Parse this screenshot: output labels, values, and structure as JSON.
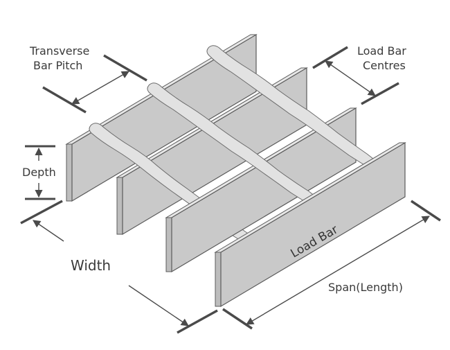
{
  "diagram": {
    "labels": {
      "transverse_line1": "Transverse",
      "transverse_line2": "Bar Pitch",
      "centres_line1": "Load Bar",
      "centres_line2": "Centres",
      "depth": "Depth",
      "width": "Width",
      "span": "Span(Length)",
      "load_bar": "Load Bar"
    },
    "colors": {
      "bar_face": "#c9c9c9",
      "bar_top": "#e7e7e7",
      "outline": "#5a5a5a",
      "dimension": "#4a4a4a",
      "text": "#3a3a3a"
    }
  }
}
